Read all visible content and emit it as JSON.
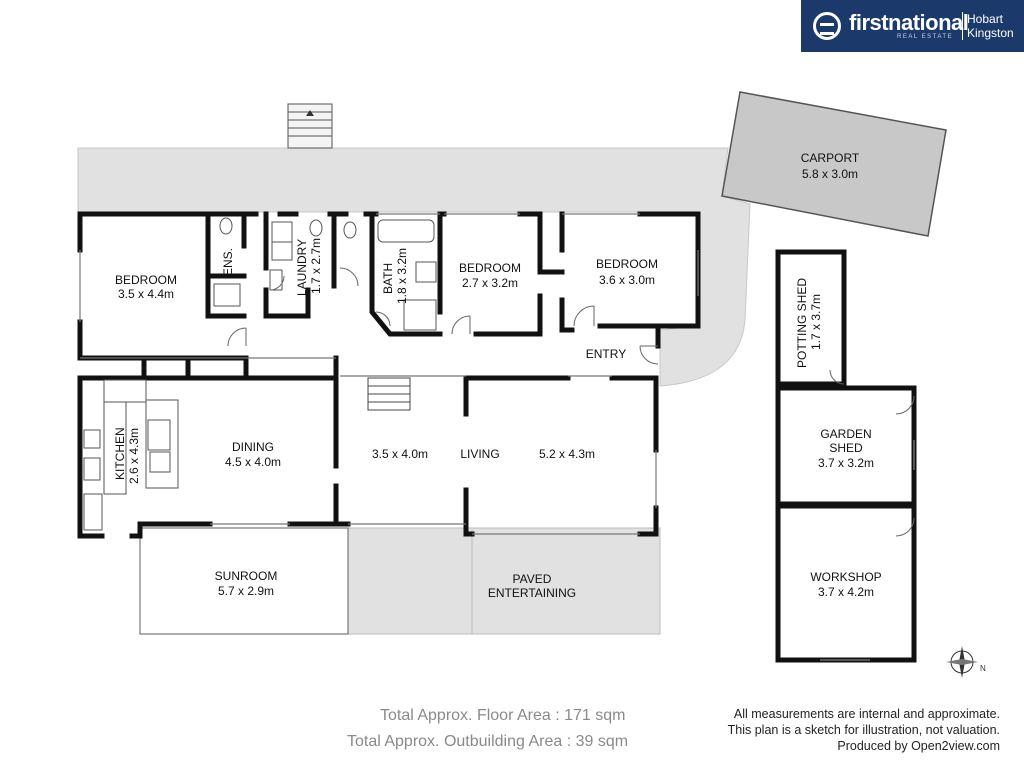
{
  "brand": {
    "name": "firstnational",
    "tagline": "REAL ESTATE",
    "office_line1": "Hobart",
    "office_line2": "Kingston"
  },
  "rooms": {
    "carport": {
      "name": "CARPORT",
      "size": "5.8 x 3.0m"
    },
    "bed1": {
      "name": "BEDROOM",
      "size": "3.5 x 4.4m"
    },
    "ens": {
      "name": "ENS."
    },
    "laundry": {
      "name": "LAUNDRY",
      "size": "1.7 x 2.7m"
    },
    "bath": {
      "name": "BATH",
      "size": "1.8 x 3.2m"
    },
    "bed2": {
      "name": "BEDROOM",
      "size": "2.7 x 3.2m"
    },
    "bed3": {
      "name": "BEDROOM",
      "size": "3.6 x 3.0m"
    },
    "entry": {
      "name": "ENTRY"
    },
    "kitchen": {
      "name": "KITCHEN",
      "size": "2.6 x 4.3m"
    },
    "dining": {
      "name": "DINING",
      "size": "4.5 x 4.0m"
    },
    "living": {
      "name": "LIVING",
      "size_left": "3.5 x 4.0m",
      "size_right": "5.2 x 4.3m"
    },
    "sunroom": {
      "name": "SUNROOM",
      "size": "5.7 x 2.9m"
    },
    "paved": {
      "name_line1": "PAVED",
      "name_line2": "ENTERTAINING"
    },
    "potting": {
      "name": "POTTING SHED",
      "size": "1.7 x 3.7m"
    },
    "garden": {
      "name_line1": "GARDEN",
      "name_line2": "SHED",
      "size": "3.7 x 3.2m"
    },
    "workshop": {
      "name": "WORKSHOP",
      "size": "3.7 x 4.2m"
    }
  },
  "footer": {
    "floor_area": "Total Approx. Floor Area : 171 sqm",
    "outbuilding_area": "Total Approx. Outbuilding Area : 39 sqm",
    "disclaimer1": "All measurements are internal and approximate.",
    "disclaimer2": "This plan is a sketch for illustration, not valuation.",
    "produced_by": "Produced by Open2view.com"
  },
  "colors": {
    "wall": "#111111",
    "driveway": "#e1e1e1",
    "brand": "#1b3a6b"
  }
}
